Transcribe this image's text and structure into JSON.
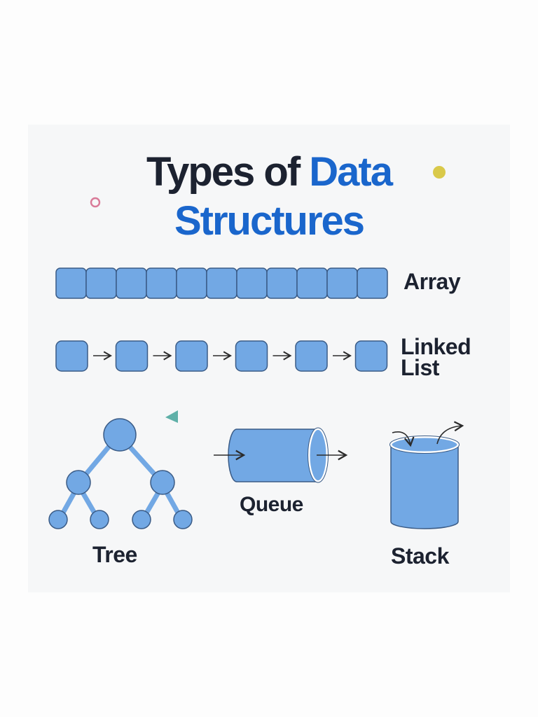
{
  "title": {
    "line1_dark": "Types of ",
    "line1_blue": "Data",
    "line2": "Structures"
  },
  "labels": {
    "array": "Array",
    "linked_line1": "Linked",
    "linked_line2": "List",
    "queue": "Queue",
    "tree": "Tree",
    "stack": "Stack"
  },
  "structures": {
    "array_cells": 11,
    "linked_nodes": 6
  },
  "colors": {
    "node_fill": "#72a8e4",
    "node_stroke": "#3a5b86",
    "title_dark": "#1c2230",
    "title_blue": "#1a66cc",
    "dot_yellow": "#d9c94a",
    "ring_pink": "#d97a98",
    "triangle_teal": "#5fb0a8"
  }
}
